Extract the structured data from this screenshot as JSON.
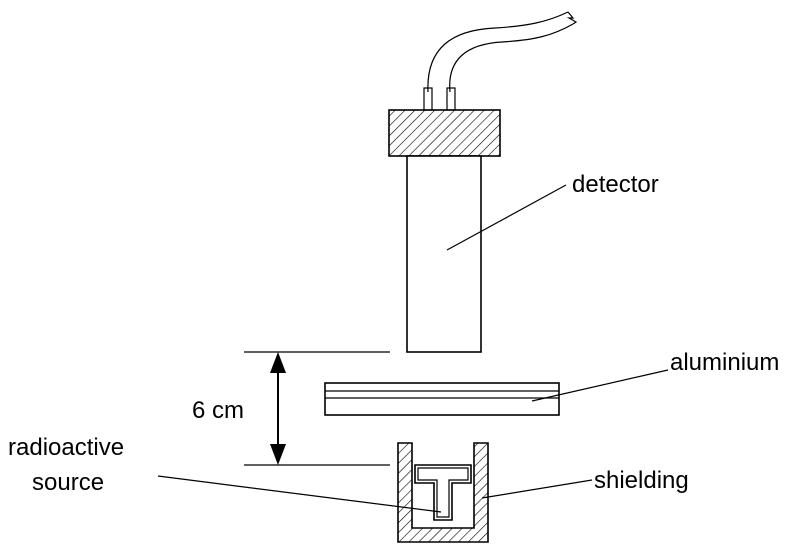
{
  "labels": {
    "detector": "detector",
    "aluminium": "aluminium",
    "distance": "6 cm",
    "source_line1": "radioactive",
    "source_line2": "source",
    "shielding": "shielding"
  },
  "colors": {
    "ink": "#000000",
    "background": "#ffffff"
  }
}
